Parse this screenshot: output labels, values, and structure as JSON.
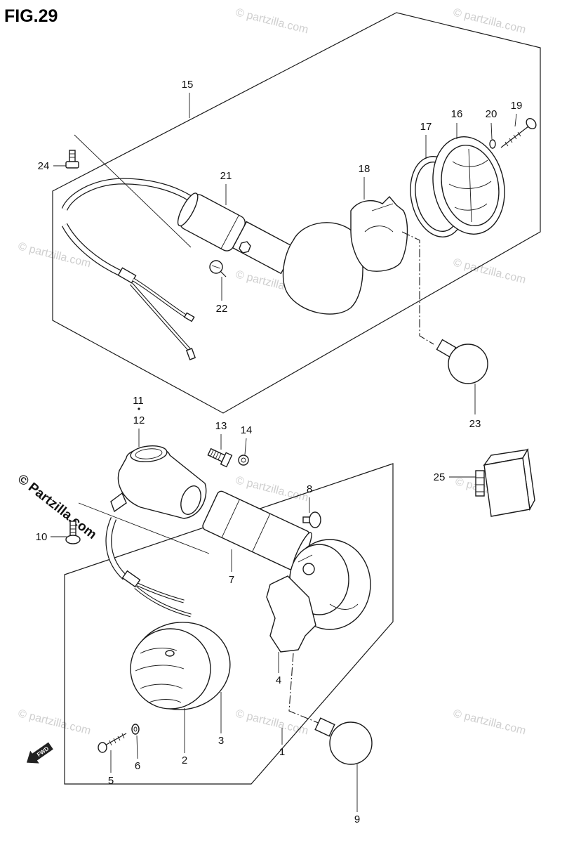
{
  "title": "FIG.29",
  "watermark": "© partzilla.com",
  "side_watermark": "© Partzilla.com",
  "direction_label": "FWD",
  "callouts": {
    "p1": "1",
    "p2": "2",
    "p3": "3",
    "p4": "4",
    "p5": "5",
    "p6": "6",
    "p7": "7",
    "p8": "8",
    "p9": "9",
    "p10": "10",
    "p11": "11",
    "p12": "12",
    "p13": "13",
    "p14": "14",
    "p15": "15",
    "p16": "16",
    "p17": "17",
    "p18": "18",
    "p19": "19",
    "p20": "20",
    "p21": "21",
    "p22": "22",
    "p23": "23",
    "p24": "24",
    "p25": "25"
  }
}
